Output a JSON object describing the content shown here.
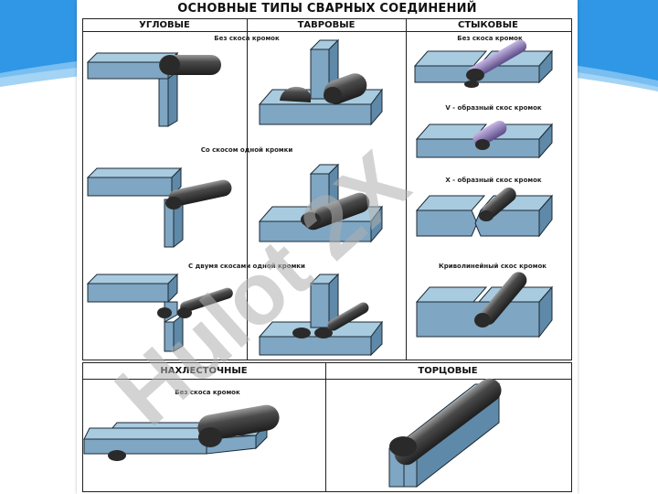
{
  "title": "ОСНОВНЫЕ ТИПЫ СВАРНЫХ СОЕДИНЕНИЙ",
  "columns": {
    "corner": "УГЛОВЫЕ",
    "tee": "ТАВРОВЫЕ",
    "butt": "СТЫКОВЫЕ",
    "lap": "НАХЛЕСТОЧНЫЕ",
    "edge": "ТОРЦОВЫЕ"
  },
  "captions": {
    "no_bevel": "Без скоса кромок",
    "one_edge_bevel": "Со скосом одной кромки",
    "two_bevels_one_edge": "С двумя скосами одной кромки",
    "butt_no_bevel": "Без скоса кромок",
    "v_bevel": "V - образный скос кромок",
    "x_bevel": "X - образный скос кромок",
    "curved_bevel": "Криволинейный скос кромок",
    "lap_no_bevel": "Без скоса кромок"
  },
  "watermark": "Hulot 2X",
  "colors": {
    "plate_top": "#a9cbe0",
    "plate_front": "#7fa6c2",
    "plate_side": "#5f89a8",
    "weld": "#3a3a3a",
    "weld_highlight": "#bdbdbd",
    "weld_violet": "#7d6aa6",
    "swoosh": "#2f97e6",
    "watermark": "#b0b0b0",
    "watermark_violet": "#c9b6e6"
  }
}
